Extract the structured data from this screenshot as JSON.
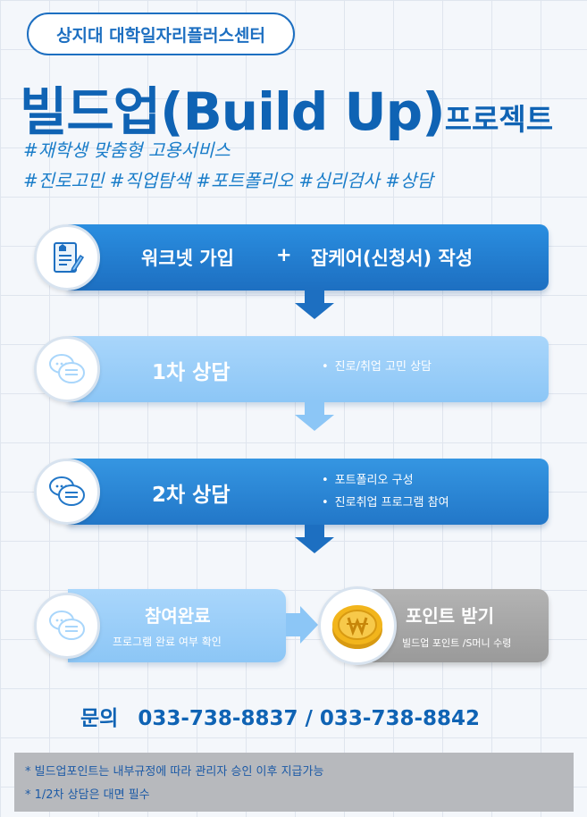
{
  "center_name": "상지대 대학일자리플러스센터",
  "title": {
    "main": "빌드업(Build Up)",
    "suffix": "프로젝트"
  },
  "hashtags": [
    "#재학생 맞춤형 고용서비스",
    "#진로고민 #직업탐색 #포트폴리오 #심리검사 #상담"
  ],
  "steps": {
    "signup": {
      "part1": "워크넷 가입",
      "plus": "+",
      "part2": "잡케어(신청서) 작성"
    },
    "first": {
      "title": "1차 상담",
      "bullets": [
        "진로/취업 고민 상담"
      ]
    },
    "second": {
      "title": "2차 상담",
      "bullets": [
        "포트폴리오 구성",
        "진로취업 프로그램 참여"
      ]
    },
    "complete": {
      "title": "참여완료",
      "subtitle": "프로그램 완료 여부 확인"
    },
    "points": {
      "title": "포인트 받기",
      "subtitle": "빌드업 포인트 /S머니 수령"
    }
  },
  "contact": {
    "label": "문의",
    "numbers": "033-738-8837 / 033-738-8842"
  },
  "notes": [
    "* 빌드업포인트는 내부규정에 따라 관리자 승인 이후 지급가능",
    "* 1/2차 상담은 대면 필수"
  ],
  "colors": {
    "primary": "#1d6fc1",
    "light": "#8cc6f6",
    "gray": "#9a9a9a",
    "coin": "#f2b51c"
  },
  "icons": [
    "document-pen-icon",
    "chat-bubbles-icon",
    "chat-bubbles-icon",
    "chat-bubbles-icon",
    "coin-icon"
  ]
}
